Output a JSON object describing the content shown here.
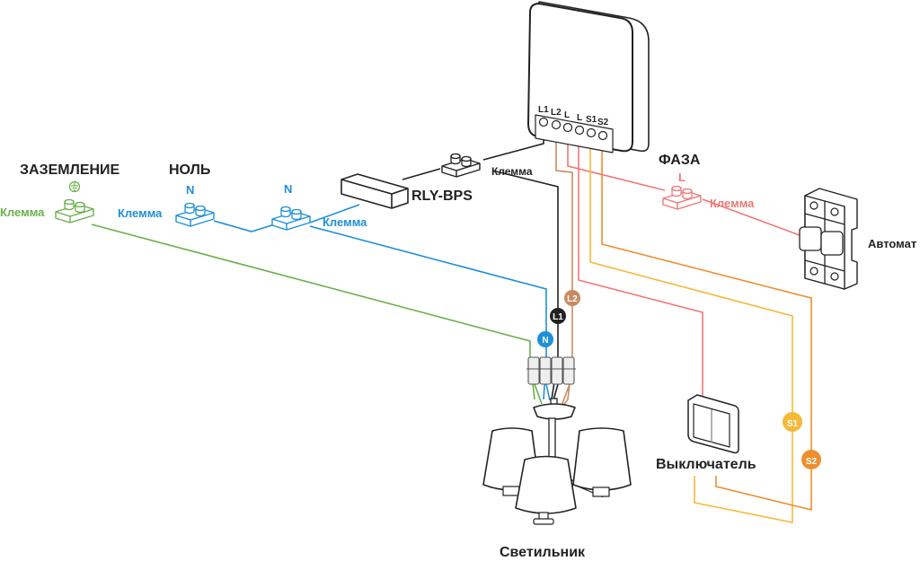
{
  "labels": {
    "ground_title": "ЗАЗЕМЛЕНИЕ",
    "neutral_title": "НОЛЬ",
    "phase_title": "ФАЗА",
    "ground_terminal": "Клемма",
    "neutral_terminal": "Клемма",
    "neutral_terminal_2": "Клемма",
    "relay_terminal": "Клемма",
    "phase_terminal": "Клемма",
    "neutral_symbol": "N",
    "neutral_symbol_2": "N",
    "phase_symbol": "L",
    "bypass": "RLY-BPS",
    "breaker": "Автомат",
    "switch": "Выключатель",
    "lamp": "Светильник"
  },
  "relay_terminals": [
    "L1",
    "L2",
    "L",
    "L",
    "S1",
    "S2"
  ],
  "wire_badges": {
    "n": "N",
    "l1": "L1",
    "l2": "L2",
    "s1": "S1",
    "s2": "S2"
  },
  "colors": {
    "ground": "#6ab04c",
    "neutral": "#1e90d6",
    "phase": "#f07878",
    "l1": "#222222",
    "l2": "#c98a62",
    "s1": "#f6b83a",
    "s2": "#ec8f2e",
    "outline": "#222222"
  }
}
